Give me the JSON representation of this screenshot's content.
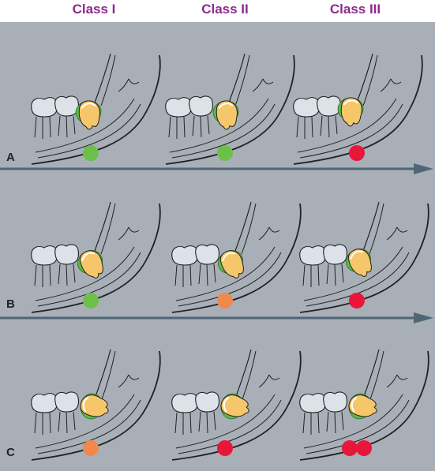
{
  "columns": [
    "Class I",
    "Class II",
    "Class III"
  ],
  "rows": [
    {
      "label": "A",
      "dots": [
        "green",
        "green",
        "red"
      ]
    },
    {
      "label": "B",
      "dots": [
        "green",
        "orange",
        "red"
      ]
    },
    {
      "label": "C",
      "dots": [
        "orange",
        "red",
        "red-double"
      ]
    }
  ],
  "colors": {
    "title": "#8b2a8e",
    "panel_bg": "#a9afb7",
    "arrow": "#4f6676",
    "tooth_crown": "#dde1e8",
    "impacted_tooth": "#f6c76a",
    "follicle": "#5cba47",
    "dot_green": "#6cc04a",
    "dot_orange": "#f0894b",
    "dot_red": "#e8173a",
    "line": "#1f2226"
  }
}
